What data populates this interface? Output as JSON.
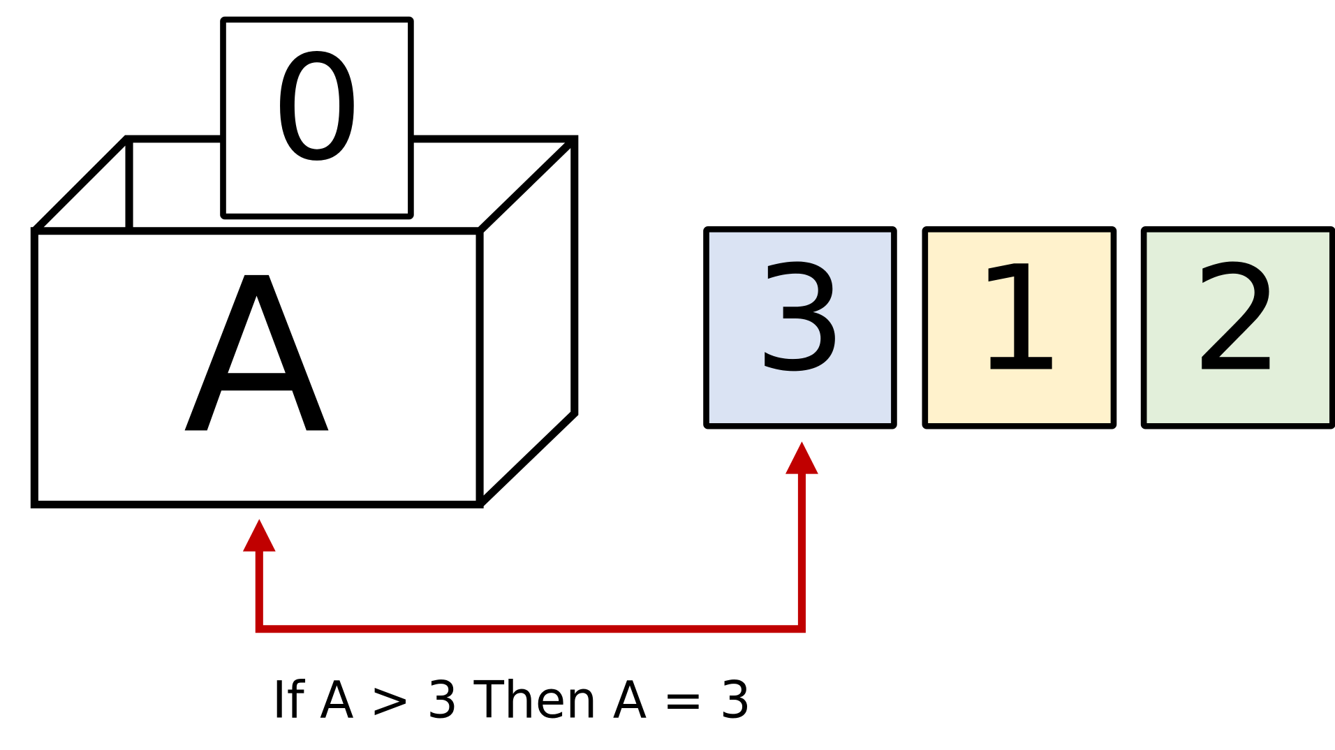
{
  "variable_box": {
    "label": "A",
    "stored_value": "0"
  },
  "value_cards": [
    {
      "value": "3",
      "color": "#dae3f3"
    },
    {
      "value": "1",
      "color": "#fff2cc"
    },
    {
      "value": "2",
      "color": "#e2efda"
    }
  ],
  "arrow": {
    "color": "#c00000"
  },
  "caption": "If A > 3 Then A = 3"
}
